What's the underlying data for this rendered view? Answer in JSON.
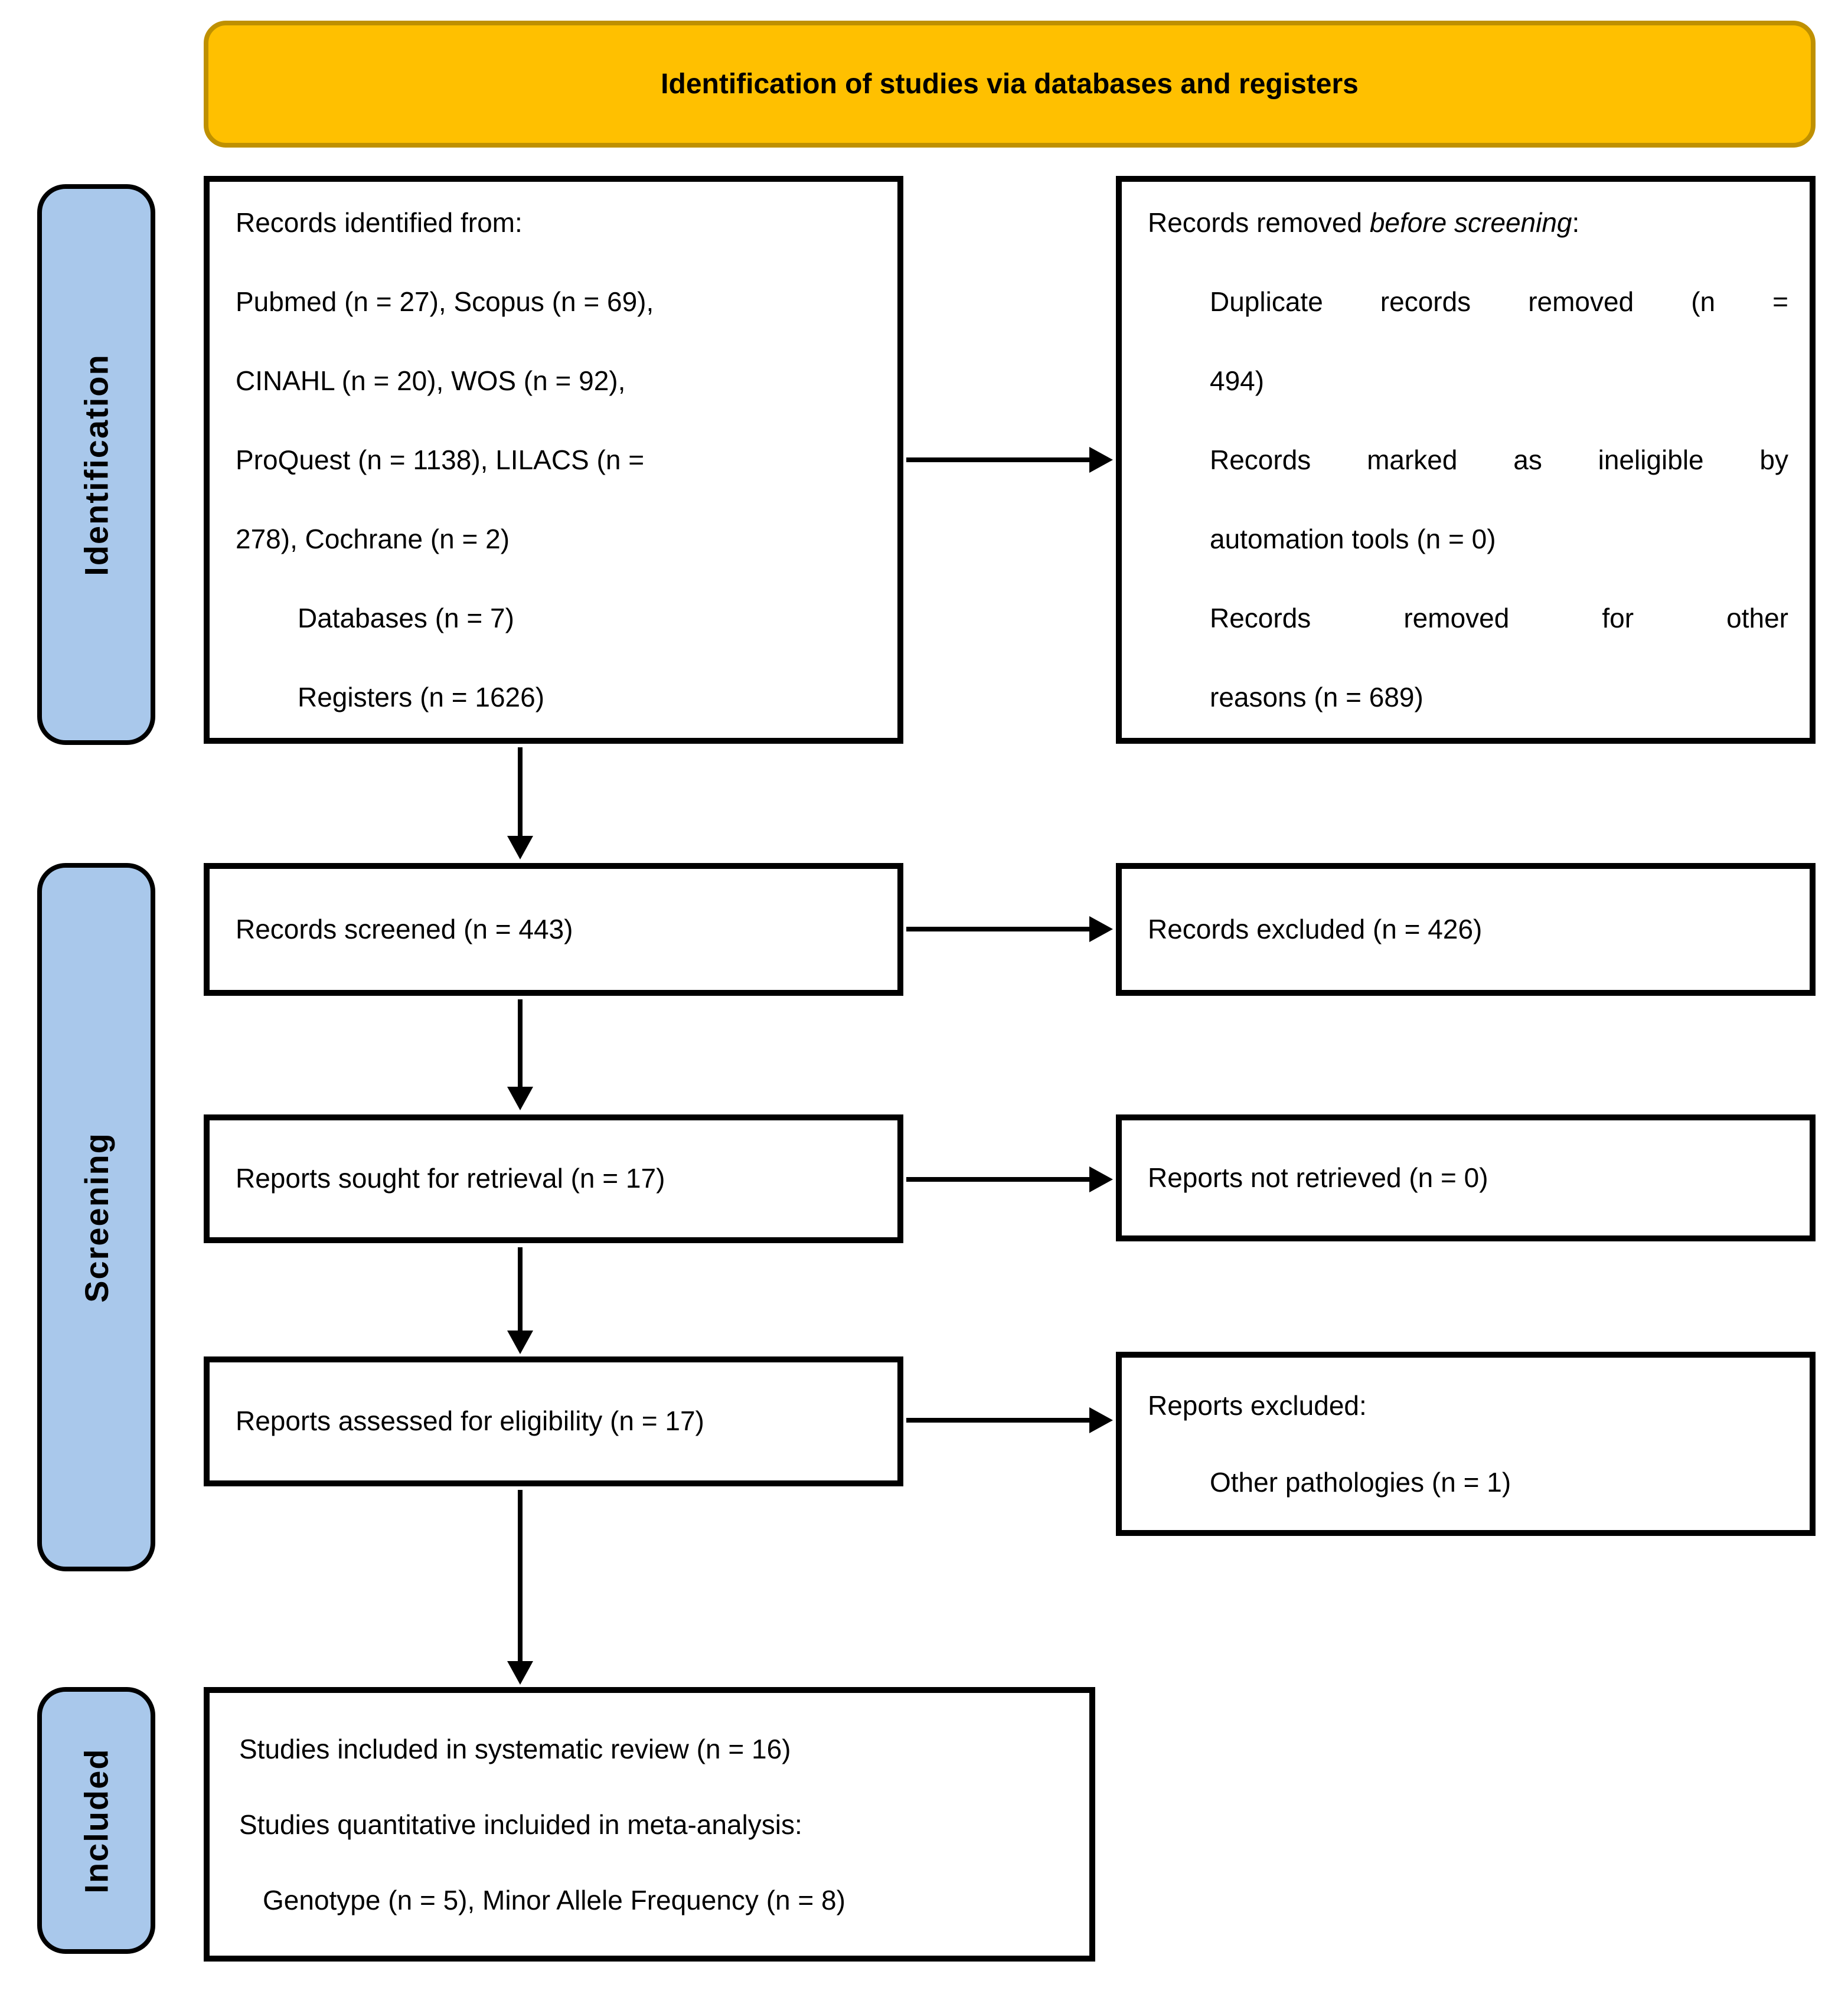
{
  "header": {
    "title": "Identification of studies via databases and registers"
  },
  "colors": {
    "header_fill": "#FFC000",
    "header_border": "#BF9000",
    "stage_fill": "#A9C8EB",
    "box_border": "#000000",
    "text": "#000000"
  },
  "stages": [
    {
      "id": "identification",
      "label": "Identification"
    },
    {
      "id": "screening",
      "label": "Screening"
    },
    {
      "id": "included",
      "label": "Included"
    }
  ],
  "boxes": [
    {
      "id": "records-identified",
      "lines": [
        {
          "runs": [
            {
              "t": "Records identified from:"
            }
          ],
          "indent": "none"
        },
        {
          "runs": [
            {
              "t": "Pubmed (n = 27), Scopus (n = 69),"
            }
          ],
          "indent": "none"
        },
        {
          "runs": [
            {
              "t": "CINAHL (n = 20), WOS (n = 92),"
            }
          ],
          "indent": "none"
        },
        {
          "runs": [
            {
              "t": "ProQuest (n = 1138), LILACS (n ="
            }
          ],
          "indent": "none"
        },
        {
          "runs": [
            {
              "t": "278), Cochrane (n = 2)"
            }
          ],
          "indent": "none"
        },
        {
          "runs": [
            {
              "t": "Databases (n = 7)"
            }
          ],
          "indent": "tab"
        },
        {
          "runs": [
            {
              "t": "Registers (n = 1626)"
            }
          ],
          "indent": "tab"
        }
      ]
    },
    {
      "id": "records-removed",
      "lines": [
        {
          "runs": [
            {
              "t": "Records removed "
            },
            {
              "t": "before screening",
              "italic": true
            },
            {
              "t": ":"
            }
          ],
          "indent": "none"
        },
        {
          "runs": [
            {
              "t": "Duplicate records removed (n ="
            }
          ],
          "indent": "tab",
          "justify": true
        },
        {
          "runs": [
            {
              "t": "494)"
            }
          ],
          "indent": "tab"
        },
        {
          "runs": [
            {
              "t": "Records marked as ineligible by"
            }
          ],
          "indent": "tab",
          "justify": true
        },
        {
          "runs": [
            {
              "t": "automation tools (n = 0)"
            }
          ],
          "indent": "tab"
        },
        {
          "runs": [
            {
              "t": "Records removed for other"
            }
          ],
          "indent": "tab",
          "justify": true
        },
        {
          "runs": [
            {
              "t": "reasons (n = 689)"
            }
          ],
          "indent": "tab"
        }
      ]
    },
    {
      "id": "records-screened",
      "lines": [
        {
          "runs": [
            {
              "t": "Records screened (n = 443)"
            }
          ],
          "indent": "none"
        }
      ]
    },
    {
      "id": "records-excluded",
      "lines": [
        {
          "runs": [
            {
              "t": "Records excluded (n = 426)"
            }
          ],
          "indent": "none"
        }
      ]
    },
    {
      "id": "reports-sought",
      "lines": [
        {
          "runs": [
            {
              "t": "Reports sought for retrieval (n = 17)"
            }
          ],
          "indent": "none"
        }
      ]
    },
    {
      "id": "reports-not-retrieved",
      "lines": [
        {
          "runs": [
            {
              "t": "Reports not retrieved (n = 0)"
            }
          ],
          "indent": "none"
        }
      ]
    },
    {
      "id": "reports-assessed",
      "lines": [
        {
          "runs": [
            {
              "t": "Reports assessed for eligibility (n = 17)"
            }
          ],
          "indent": "none"
        }
      ]
    },
    {
      "id": "reports-excluded",
      "lines": [
        {
          "runs": [
            {
              "t": "Reports excluded:"
            }
          ],
          "indent": "none"
        },
        {
          "runs": [
            {
              "t": "Other pathologies (n = 1)"
            }
          ],
          "indent": "tab"
        }
      ]
    },
    {
      "id": "studies-included",
      "lines": [
        {
          "runs": [
            {
              "t": "Studies included in systematic review (n = 16)"
            }
          ],
          "indent": "none"
        },
        {
          "runs": [
            {
              "t": "Studies quantitative incluided in meta-analysis:"
            }
          ],
          "indent": "none"
        },
        {
          "runs": [
            {
              "t": "Genotype (n = 5), Minor Allele Frequency (n = 8)"
            }
          ],
          "indent": "small"
        }
      ]
    }
  ]
}
